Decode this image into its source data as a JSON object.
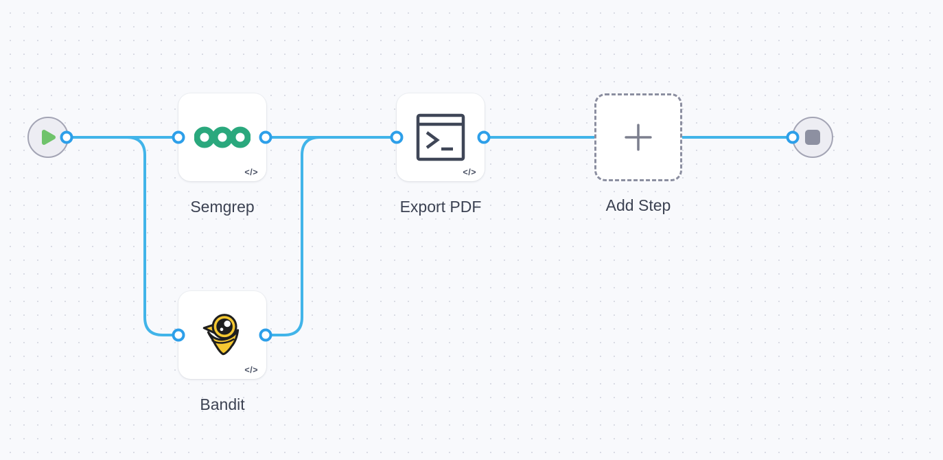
{
  "theme": {
    "canvas_bg": "#f8f9fc",
    "dot_color": "#d9dbe4",
    "edge_color": "#41b4e9",
    "port_color": "#2d9fe9",
    "label_color": "#3c4252",
    "node_bg": "#ffffff",
    "terminal_node_bg": "#ededf3",
    "terminal_node_border": "#a3a4b4",
    "play_color": "#6fc36b",
    "stop_color": "#8d90a1",
    "semgrep_green": "#2aa87d",
    "bandit_yellow": "#f5c832",
    "bandit_outline": "#1f1f1f",
    "dashed_border": "#8b8ea0",
    "icon_color": "#3f4657",
    "badge_color": "#4a5164",
    "plus_color": "#7c7f8e"
  },
  "workflow": {
    "nodes": {
      "start": {
        "type": "start-trigger"
      },
      "semgrep": {
        "label": "Semgrep",
        "badge": "</>"
      },
      "bandit": {
        "label": "Bandit",
        "badge": "</>"
      },
      "export_pdf": {
        "label": "Export PDF",
        "badge": "</>"
      },
      "add_step": {
        "label": "Add Step"
      },
      "end": {
        "type": "end-terminal"
      }
    },
    "edges": [
      {
        "from": "start",
        "to": "semgrep"
      },
      {
        "from": "start",
        "to": "bandit"
      },
      {
        "from": "semgrep",
        "to": "export_pdf"
      },
      {
        "from": "bandit",
        "to": "export_pdf"
      },
      {
        "from": "export_pdf",
        "to": "add_step"
      },
      {
        "from": "add_step",
        "to": "end"
      }
    ]
  }
}
